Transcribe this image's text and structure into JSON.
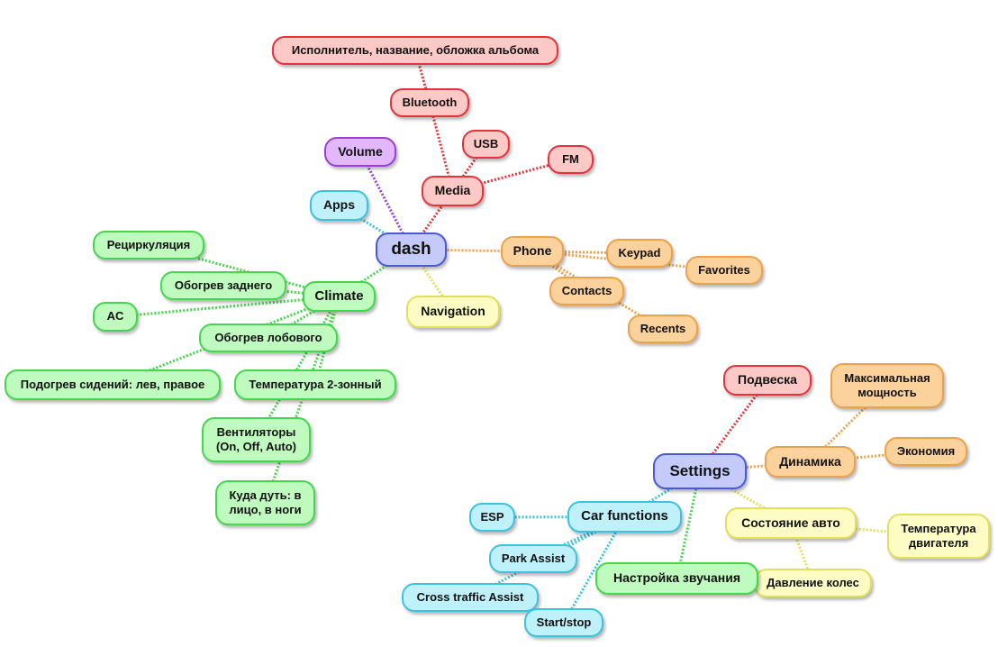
{
  "root": "dash",
  "branches": {
    "media": {
      "label": "Media",
      "bluetooth": "Bluetooth",
      "artist_info": "Исполнитель, название, обложка альбома",
      "usb": "USB",
      "fm": "FM"
    },
    "volume": "Volume",
    "apps": "Apps",
    "phone": {
      "label": "Phone",
      "keypad": "Keypad",
      "favorites": "Favorites",
      "contacts": "Contacts",
      "recents": "Recents"
    },
    "navigation": "Navigation",
    "climate": {
      "label": "Climate",
      "recirculation": "Рециркуляция",
      "rear_heating": "Обогрев заднего",
      "ac": "AC",
      "windshield_heating": "Обогрев лобового",
      "seat_heating": "Подогрев сидений: лев, правое",
      "temperature": "Температура 2-зонный",
      "fans": "Вентиляторы (On, Off, Auto)",
      "airflow": "Куда дуть: в лицо, в ноги"
    }
  },
  "settings": {
    "label": "Settings",
    "suspension": "Подвеска",
    "dynamics": {
      "label": "Динамика",
      "max_power": "Максимальная мощность",
      "economy": "Экономия"
    },
    "car_state": {
      "label": "Состояние авто",
      "engine_temp": "Температура двигателя",
      "tire_pressure": "Давление колес"
    },
    "sound": "Настройка звучания",
    "car_functions": {
      "label": "Car functions",
      "esp": "ESP",
      "park_assist": "Park Assist",
      "cross_traffic": "Cross traffic Assist",
      "start_stop": "Start/stop"
    }
  },
  "colors": {
    "red": "#e8313a",
    "purple": "#9a3fd8",
    "cyan": "#3cc2e0",
    "blue": "#4b59d8",
    "orange": "#eda14a",
    "yellow": "#e3df5a",
    "green": "#43d84b"
  }
}
